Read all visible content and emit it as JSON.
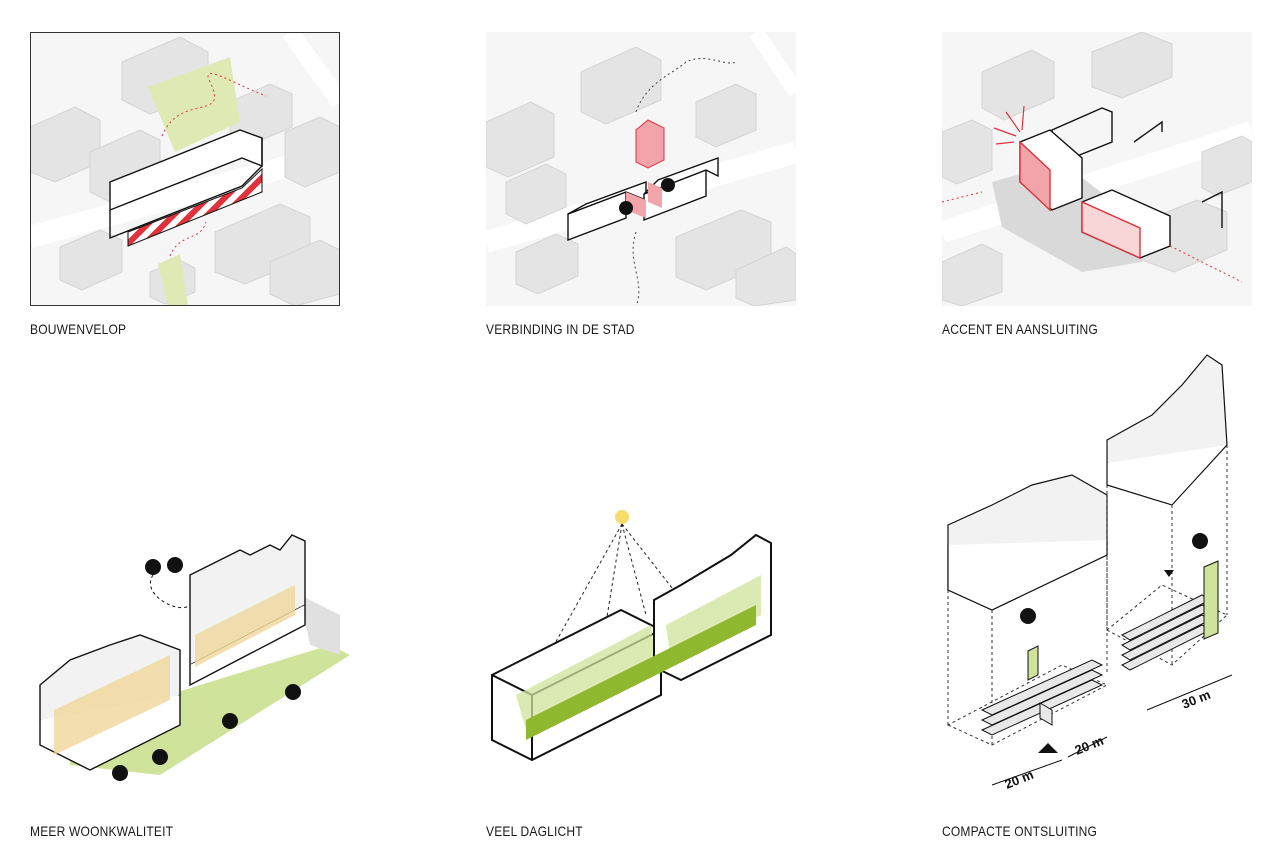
{
  "panels": [
    {
      "id": "p1",
      "caption": "BOUWENVELOP"
    },
    {
      "id": "p2",
      "caption": "VERBINDING IN DE STAD"
    },
    {
      "id": "p3",
      "caption": "ACCENT EN AANSLUITING"
    },
    {
      "id": "p4",
      "caption": "MEER WOONKWALITEIT"
    },
    {
      "id": "p5",
      "caption": "VEEL DAGLICHT"
    },
    {
      "id": "p6",
      "caption": "COMPACTE ONTSLUITING"
    }
  ],
  "dimensions": {
    "width_left": "20 m",
    "depth": "20 m",
    "width_right": "30 m"
  },
  "colors": {
    "accent_red": "#e0323c",
    "green": "#8fb82f",
    "light_green": "#dfe9b3",
    "yellow": "#e8b420",
    "building": "#efefef",
    "shadow": "#d6d6d6"
  },
  "icons": [
    "meeting-icon",
    "house-icon",
    "car-icon",
    "bicycle-icon",
    "walker-icon",
    "sun-icon",
    "stairs-arrows-icon",
    "direction-arrow-icon"
  ]
}
